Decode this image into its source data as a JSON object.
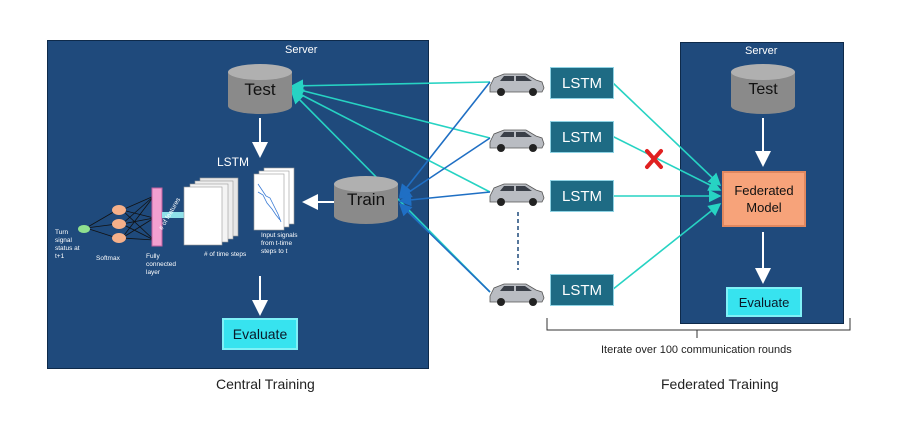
{
  "central": {
    "server_label": "Server",
    "test_label": "Test",
    "train_label": "Train",
    "lstm_label": "LSTM",
    "evaluate_label": "Evaluate",
    "turn_signal_label": "Turn signal status at t+1",
    "softmax_label": "Softmax",
    "fully_connected_label": "Fully connected layer",
    "features_label": "# of features",
    "time_steps_label": "# of time steps",
    "input_signals_label": "Input signals from t-time steps to t",
    "caption": "Central Training"
  },
  "clients": {
    "lstm_labels": [
      "LSTM",
      "LSTM",
      "LSTM",
      "LSTM"
    ]
  },
  "federated": {
    "server_label": "Server",
    "test_label": "Test",
    "model_label": "Federated Model",
    "evaluate_label": "Evaluate",
    "rounds_label": "Iterate over 100 communication rounds",
    "caption": "Federated Training"
  },
  "colors": {
    "panel": "#1f4a7c",
    "lstm_box": "#1e6b84",
    "evaluate": "#37e3ef",
    "fed_model": "#f7a37a",
    "cyan_arrow": "#27d3c3",
    "blue_arrow": "#1f6fc4",
    "cross": "#e02020"
  }
}
